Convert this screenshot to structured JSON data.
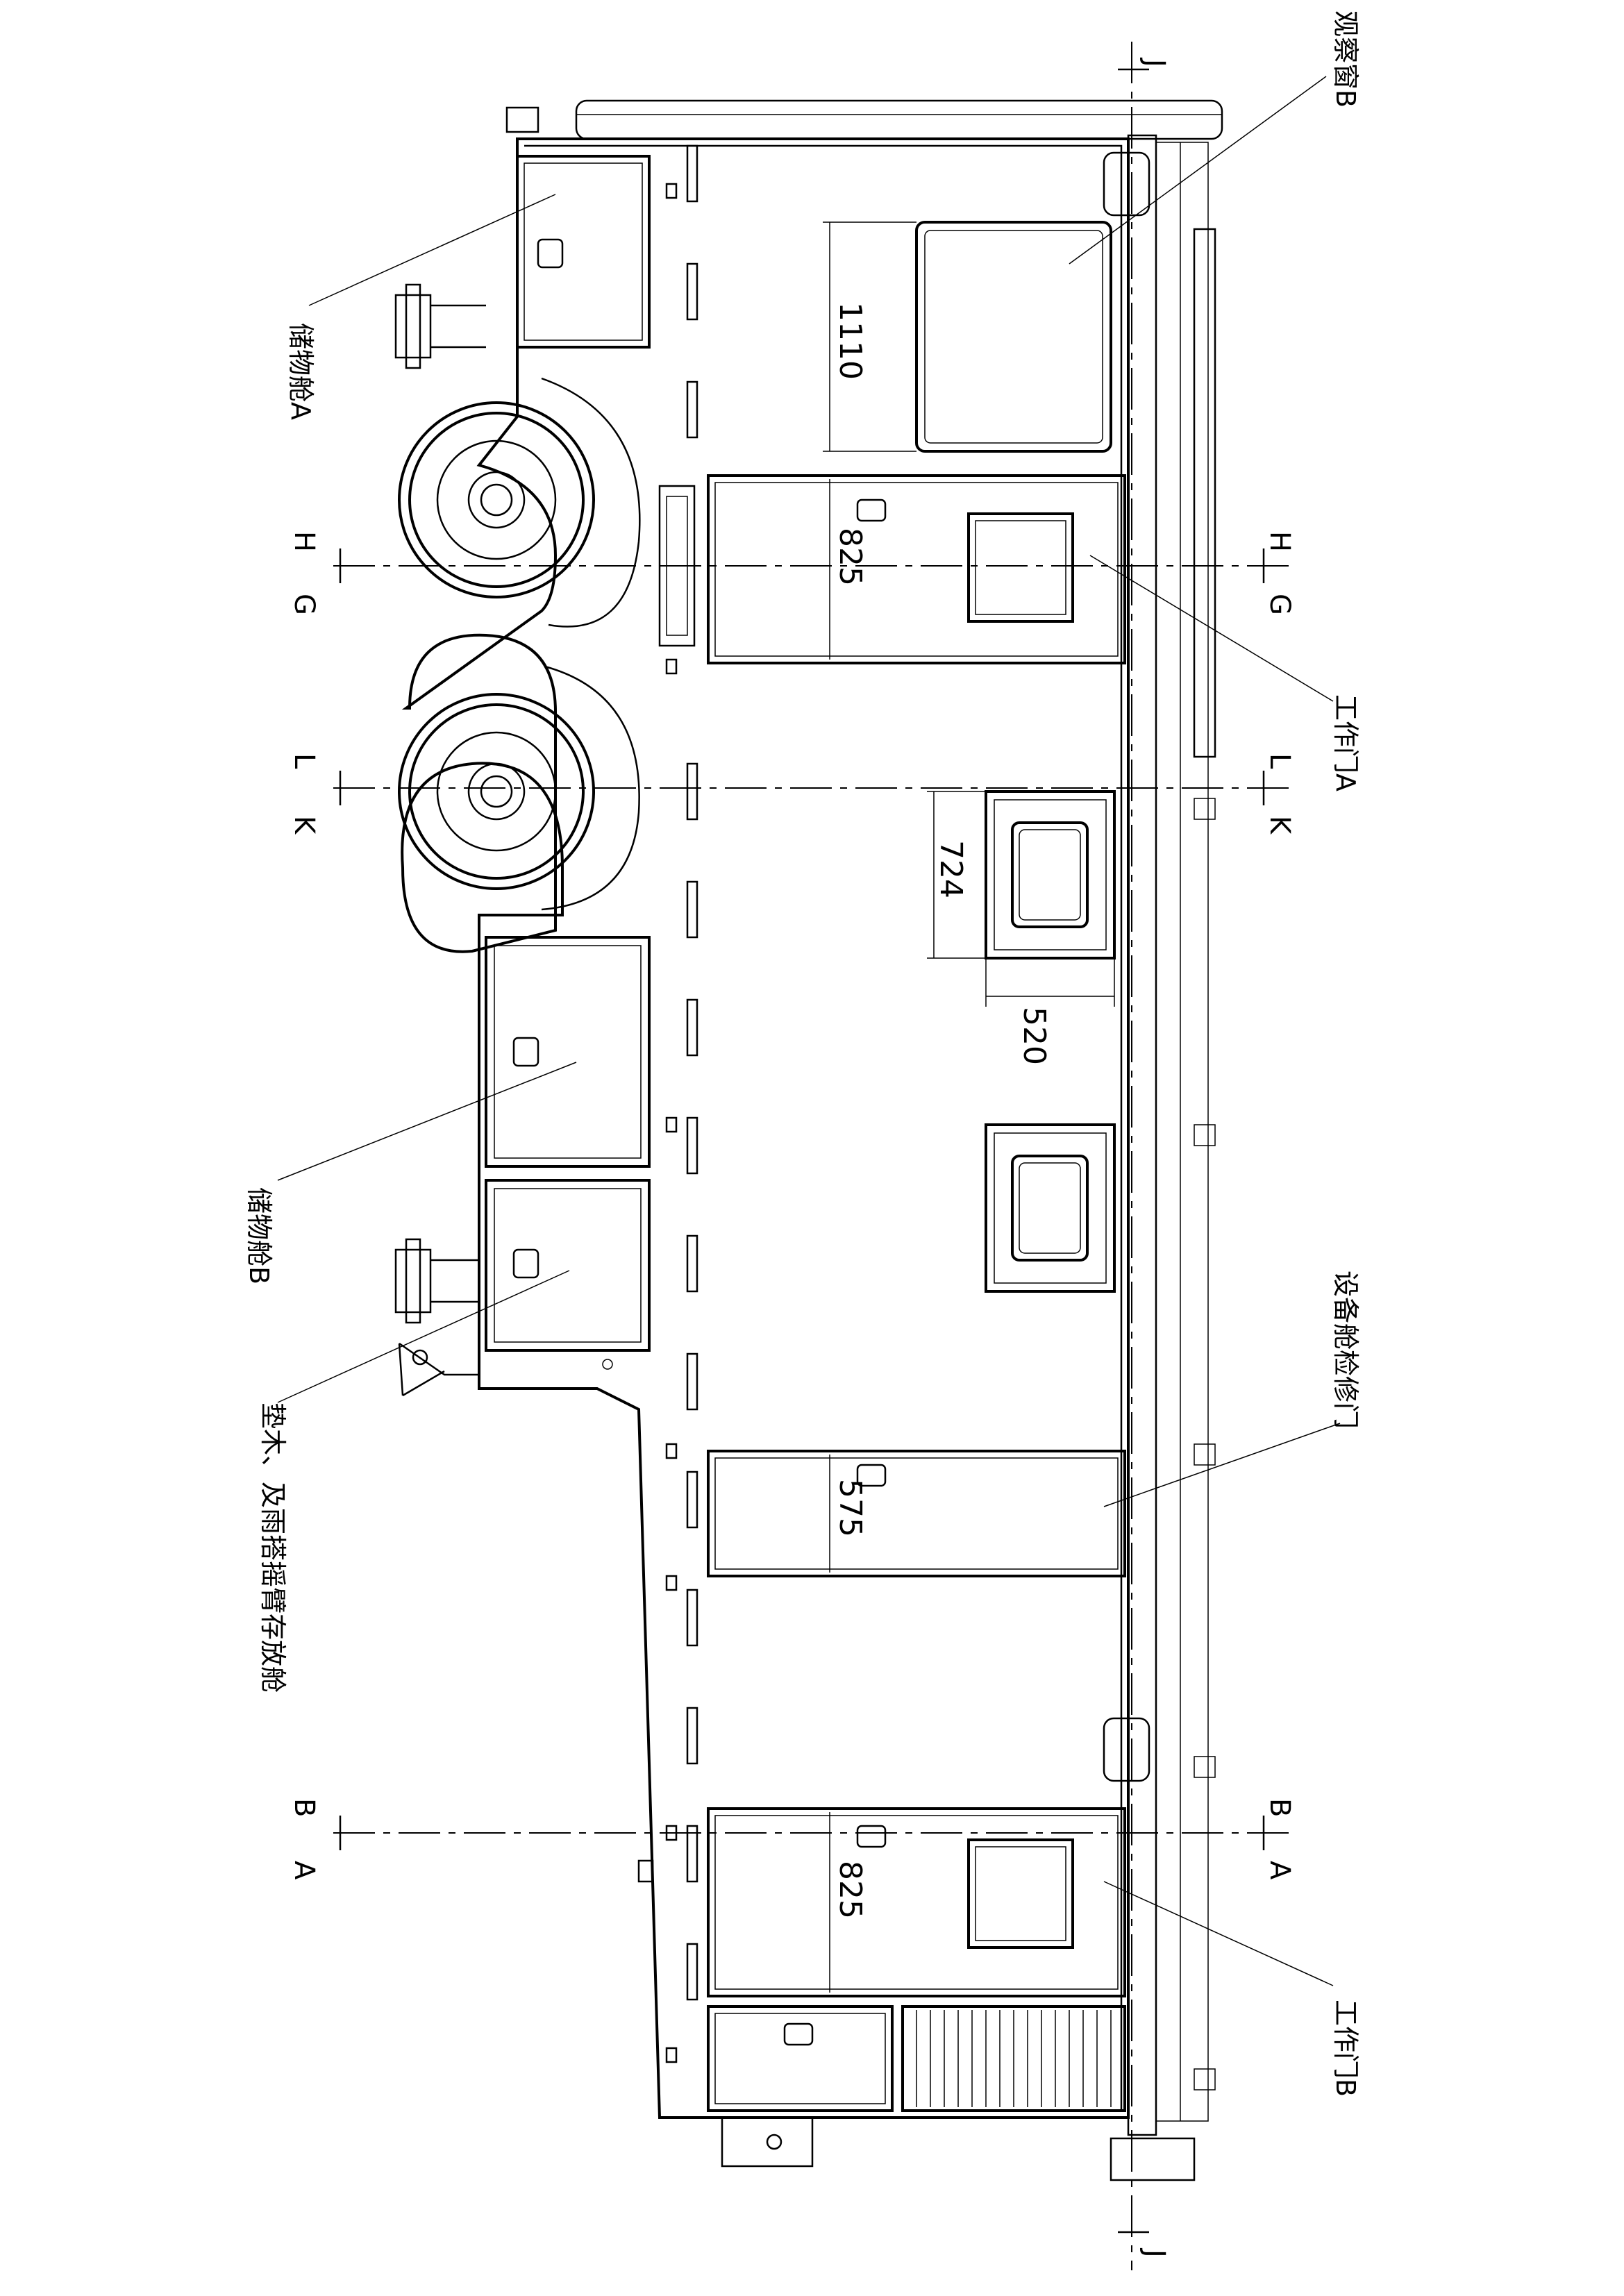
{
  "labels": {
    "observation_window_b": "观察窗B",
    "storage_a": "储物舱A",
    "work_door_a": "工作门A",
    "storage_b": "储物舱B",
    "equipment_door": "设备舱检修门",
    "pad_storage": "垫木、及雨搭摇臂存放舱",
    "work_door_b": "工作门B"
  },
  "dimensions": {
    "window_height": "1110",
    "door_a_width": "825",
    "door_b_width": "825",
    "hatch_height": "724",
    "hatch_width": "520",
    "equip_door_width": "575"
  },
  "sections": {
    "j_top": "J",
    "j_bottom": "J",
    "h_left": "H",
    "g_left": "G",
    "h_right": "H",
    "g_right": "G",
    "l_left": "L",
    "k_left": "K",
    "l_right": "L",
    "k_right": "K",
    "b_left": "B",
    "a_left": "A",
    "b_right": "B",
    "a_right": "A"
  }
}
